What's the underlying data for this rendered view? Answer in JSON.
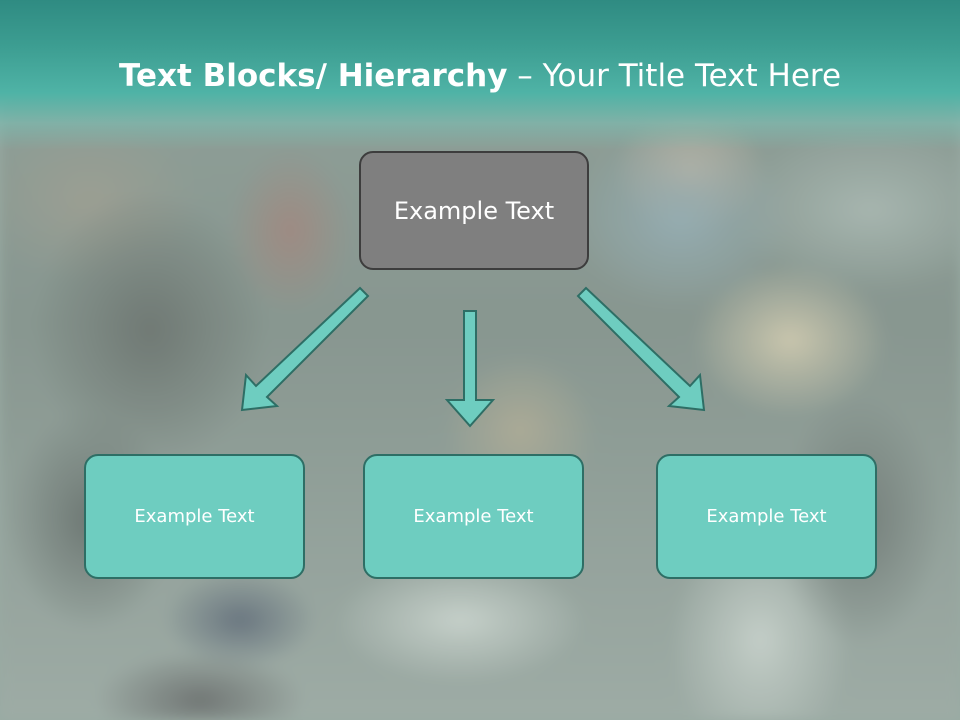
{
  "slide": {
    "title_bold": "Text Blocks/ Hierarchy",
    "title_rest": " – Your Title Text Here"
  },
  "diagram": {
    "root": {
      "label": "Example Text"
    },
    "children": [
      {
        "label": "Example Text"
      },
      {
        "label": "Example Text"
      },
      {
        "label": "Example Text"
      }
    ]
  },
  "colors": {
    "title_band": "#3c9d91",
    "root_fill": "#7f7f7f",
    "child_fill": "#6ecdc0",
    "arrow_fill": "#6ecdc0"
  }
}
